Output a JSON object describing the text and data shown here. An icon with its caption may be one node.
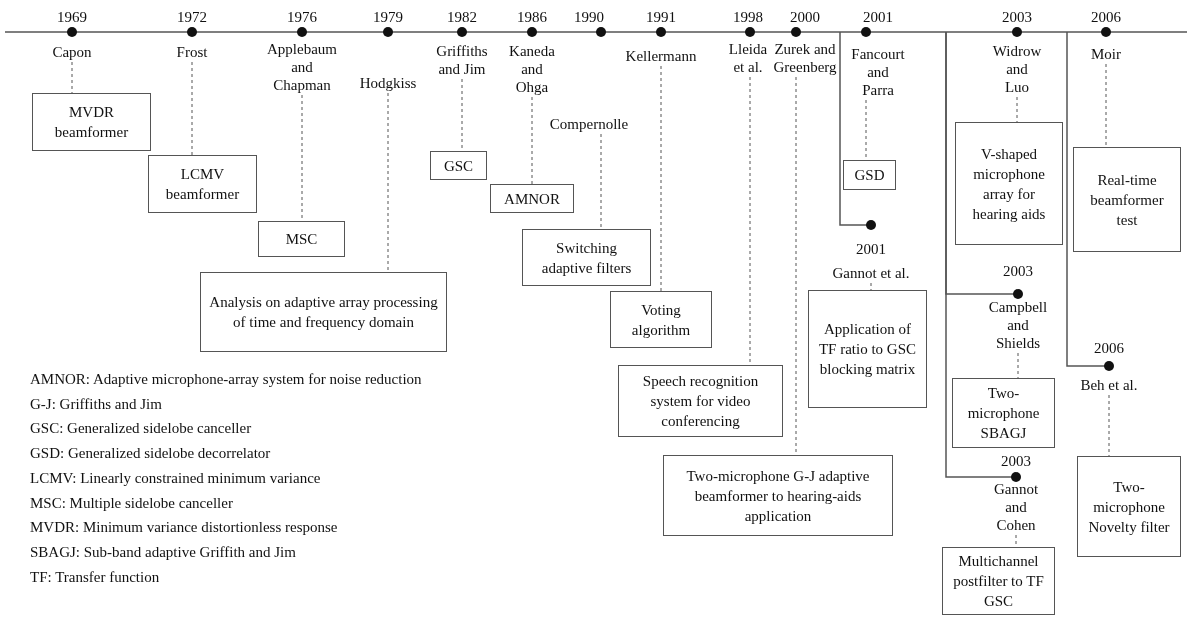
{
  "diagram": {
    "nodes": [
      {
        "text": [
          "1969",
          "Capon"
        ]
      },
      {
        "text": [
          "MVDR beamformer"
        ]
      },
      {
        "text": [
          "1972",
          "Frost"
        ]
      },
      {
        "text": [
          "LCMV beamformer"
        ]
      },
      {
        "text": [
          "1976",
          "Applebaum and Chapman"
        ]
      },
      {
        "text": [
          "MSC"
        ]
      },
      {
        "text": [
          "1979",
          "Hodgkiss"
        ]
      },
      {
        "text": [
          "Analysis on adaptive array processing of time and frequency domain"
        ]
      },
      {
        "text": [
          "1982",
          "Griffiths and Jim"
        ]
      },
      {
        "text": [
          "GSC"
        ]
      },
      {
        "text": [
          "1986",
          "Kaneda and Ohga"
        ]
      },
      {
        "text": [
          "AMNOR"
        ]
      },
      {
        "text": [
          "1990",
          "Compernolle"
        ]
      },
      {
        "text": [
          "Switching adaptive filters"
        ]
      },
      {
        "text": [
          "1991",
          "Kellermann"
        ]
      },
      {
        "text": [
          "Voting algorithm"
        ]
      },
      {
        "text": [
          "1998",
          "Lleida et al."
        ]
      },
      {
        "text": [
          "Speech recognition system for video conferencing"
        ]
      },
      {
        "text": [
          "2000",
          "Zurek and Greenberg"
        ]
      },
      {
        "text": [
          "Two-microphone G-J adaptive beamformer to hearing-aids application"
        ]
      },
      {
        "text": [
          "2001",
          "Fancourt and Parra"
        ]
      },
      {
        "text": [
          "GSD"
        ]
      },
      {
        "text": [
          "2001",
          "Gannot et al."
        ]
      },
      {
        "text": [
          "Application of TF ratio to GSC blocking matrix"
        ]
      },
      {
        "text": [
          "2003",
          "Widrow and Luo"
        ]
      },
      {
        "text": [
          "V-shaped microphone array for hearing aids"
        ]
      },
      {
        "text": [
          "2003",
          "Campbell and Shields"
        ]
      },
      {
        "text": [
          "Two-microphone SBAGJ"
        ]
      },
      {
        "text": [
          "2003",
          "Gannot and Cohen"
        ]
      },
      {
        "text": [
          "Multichannel postfilter to TF GSC"
        ]
      },
      {
        "text": [
          "2006",
          "Moir"
        ]
      },
      {
        "text": [
          "Real-time beamformer test"
        ]
      },
      {
        "text": [
          "2006",
          "Beh et al."
        ]
      },
      {
        "text": [
          "Two-microphone Novelty filter"
        ]
      }
    ],
    "edges": [
      {
        "from": 0,
        "to": 1,
        "arrow": "none",
        "style": "dashed"
      },
      {
        "from": 2,
        "to": 3,
        "arrow": "none",
        "style": "dashed"
      },
      {
        "from": 4,
        "to": 5,
        "arrow": "none",
        "style": "dashed"
      },
      {
        "from": 6,
        "to": 7,
        "arrow": "none",
        "style": "dashed"
      },
      {
        "from": 8,
        "to": 9,
        "arrow": "none",
        "style": "dashed"
      },
      {
        "from": 10,
        "to": 11,
        "arrow": "none",
        "style": "dashed"
      },
      {
        "from": 12,
        "to": 13,
        "arrow": "none",
        "style": "dashed"
      },
      {
        "from": 14,
        "to": 15,
        "arrow": "none",
        "style": "dashed"
      },
      {
        "from": 16,
        "to": 17,
        "arrow": "none",
        "style": "dashed"
      },
      {
        "from": 18,
        "to": 19,
        "arrow": "none",
        "style": "dashed"
      },
      {
        "from": 20,
        "to": 21,
        "arrow": "none",
        "style": "dashed"
      },
      {
        "from": 22,
        "to": 23,
        "arrow": "none",
        "style": "dashed"
      },
      {
        "from": 24,
        "to": 25,
        "arrow": "none",
        "style": "dashed"
      },
      {
        "from": 26,
        "to": 27,
        "arrow": "none",
        "style": "dashed"
      },
      {
        "from": 28,
        "to": 29,
        "arrow": "none",
        "style": "dashed"
      },
      {
        "from": 30,
        "to": 31,
        "arrow": "none",
        "style": "dashed"
      },
      {
        "from": 32,
        "to": 33,
        "arrow": "none",
        "style": "dashed"
      }
    ],
    "labels": [
      "AMNOR: Adaptive microphone-array system for noise reduction",
      "G-J: Griffiths and Jim",
      "GSC: Generalized sidelobe canceller",
      "GSD: Generalized sidelobe decorrelator",
      "LCMV: Linearly constrained minimum variance",
      "MSC: Multiple sidelobe canceller",
      "MVDR: Minimum variance distortionless response",
      "SBAGJ: Sub-band adaptive Griffith and Jim",
      "TF: Transfer function"
    ]
  }
}
